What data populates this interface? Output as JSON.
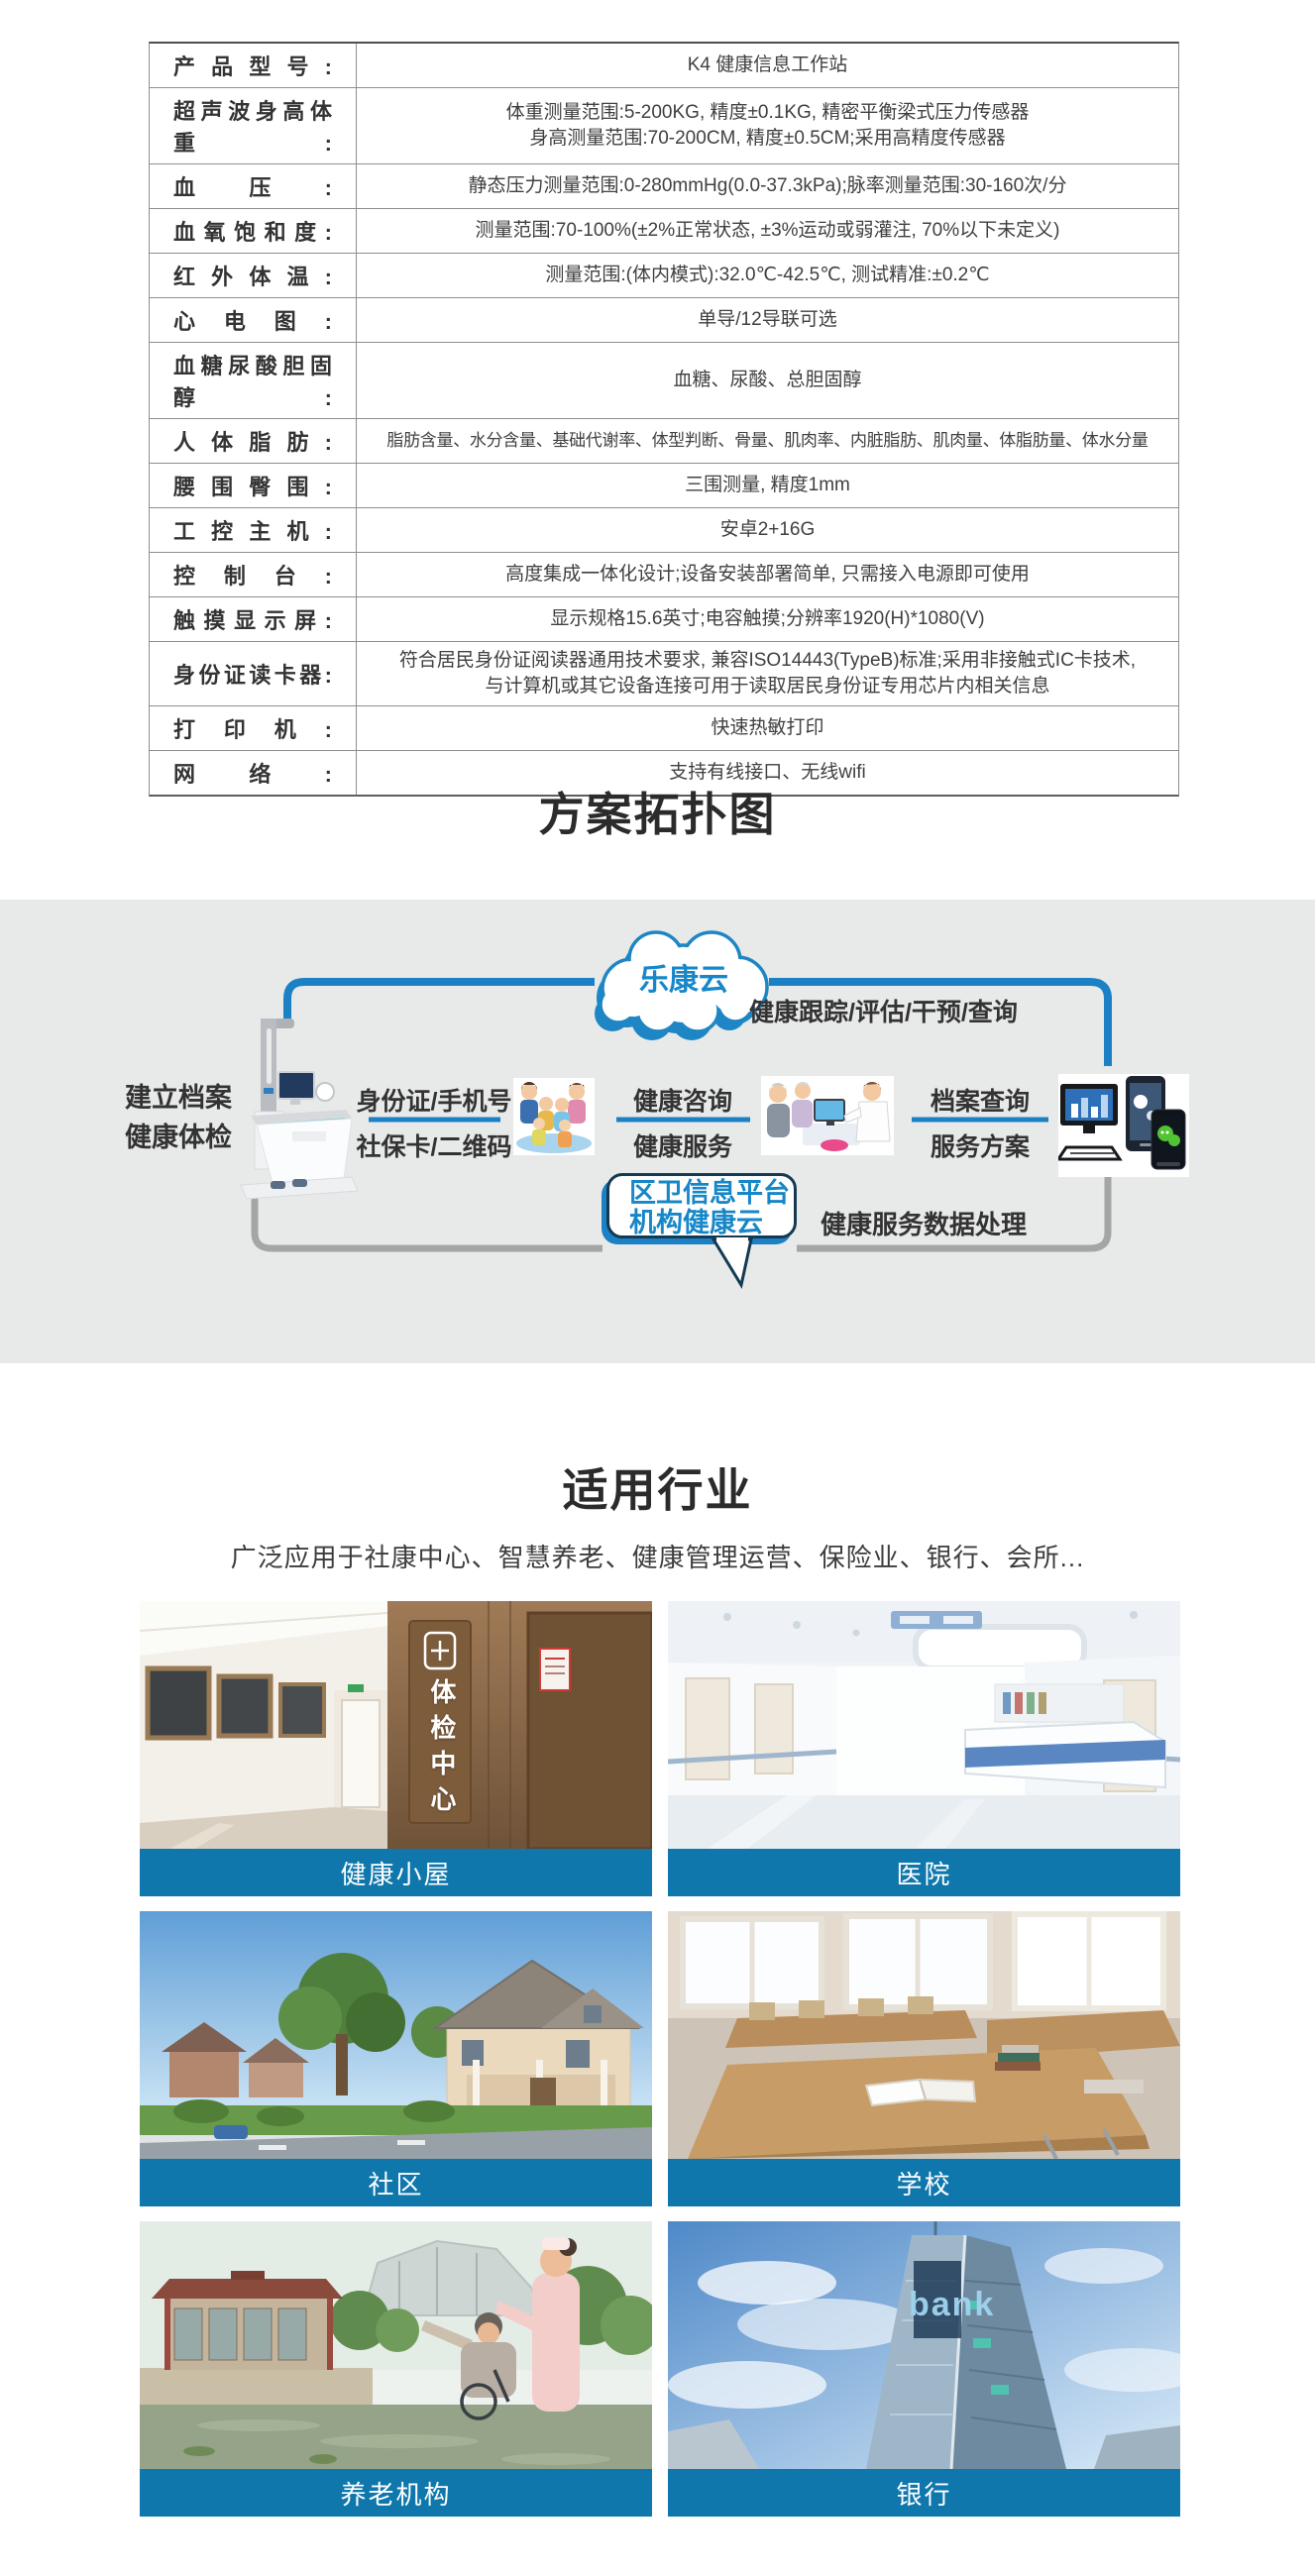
{
  "colors": {
    "accent_blue": "#1b80c4",
    "caption_blue": "#0f77ac",
    "bubble_text_blue": "#1787c8",
    "section_bg_gray": "#e8e9e9",
    "line_gray": "#a5a5a5"
  },
  "spec_table": {
    "rows": [
      {
        "label": "产品型号:",
        "value": "K4 健康信息工作站"
      },
      {
        "label": "超声波身高体重:",
        "value": "体重测量范围:5-200KG, 精度±0.1KG, 精密平衡梁式压力传感器\n身高测量范围:70-200CM, 精度±0.5CM;采用高精度传感器"
      },
      {
        "label": "血压:",
        "value": "静态压力测量范围:0-280mmHg(0.0-37.3kPa);脉率测量范围:30-160次/分"
      },
      {
        "label": "血氧饱和度:",
        "value": "测量范围:70-100%(±2%正常状态, ±3%运动或弱灌注, 70%以下未定义)"
      },
      {
        "label": "红外体温:",
        "value": "测量范围:(体内模式):32.0℃-42.5℃, 测试精准:±0.2℃"
      },
      {
        "label": "心电图:",
        "value": "单导/12导联可选"
      },
      {
        "label": "血糖尿酸胆固醇:",
        "value": "血糖、尿酸、总胆固醇"
      },
      {
        "label": "人体脂肪:",
        "value": "脂肪含量、水分含量、基础代谢率、体型判断、骨量、肌肉率、内脏脂肪、肌肉量、体脂肪量、体水分量"
      },
      {
        "label": "腰围臀围:",
        "value": "三围测量, 精度1mm"
      },
      {
        "label": "工控主机:",
        "value": "安卓2+16G"
      },
      {
        "label": "控制台:",
        "value": "高度集成一体化设计;设备安装部署简单, 只需接入电源即可使用"
      },
      {
        "label": "触摸显示屏:",
        "value": "显示规格15.6英寸;电容触摸;分辨率1920(H)*1080(V)"
      },
      {
        "label": "身份证读卡器:",
        "value": "符合居民身份证阅读器通用技术要求, 兼容ISO14443(TypeB)标准;采用非接触式IC卡技术,\n与计算机或其它设备连接可用于读取居民身份证专用芯片内相关信息"
      },
      {
        "label": "打印机:",
        "value": "快速热敏打印"
      },
      {
        "label": "网络:",
        "value": "支持有线接口、无线wifi"
      }
    ]
  },
  "topology": {
    "title": "方案拓扑图",
    "cloud_label": "乐康云",
    "top_flow_label": "健康跟踪/评估/干预/查询",
    "kiosk_label": "建立档案\n健康体检",
    "step1_top": "身份证/手机号",
    "step1_bottom": "社保卡/二维码",
    "step2_top": "健康咨询",
    "step2_bottom": "健康服务",
    "step3_top": "档案查询",
    "step3_bottom": "服务方案",
    "bubble_label": "区卫信息平台\n机构健康云",
    "bottom_flow_label": "健康服务数据处理"
  },
  "industries": {
    "title": "适用行业",
    "subtitle": "广泛应用于社康中心、智慧养老、健康管理运营、保险业、银行、会所...",
    "cards": [
      {
        "label": "健康小屋"
      },
      {
        "label": "医院"
      },
      {
        "label": "社区"
      },
      {
        "label": "学校"
      },
      {
        "label": "养老机构"
      },
      {
        "label": "银行"
      }
    ],
    "health_hut_sign": "体检中心",
    "bank_sign": "bank"
  }
}
